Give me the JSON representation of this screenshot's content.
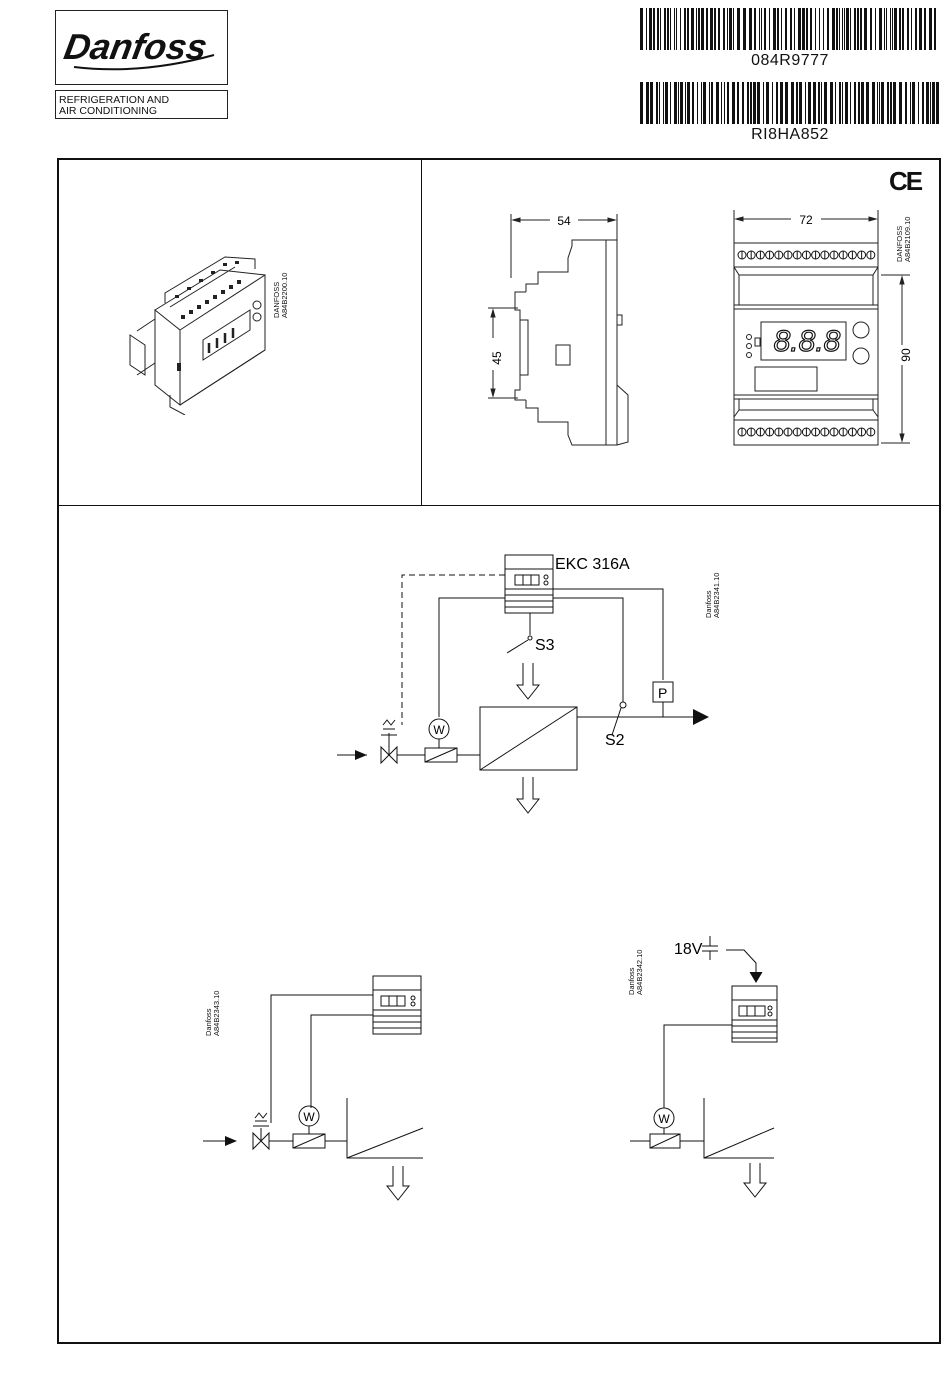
{
  "header": {
    "brand": "Danfoss",
    "tagline": [
      "REFRIGERATION AND",
      "AIR CONDITIONING"
    ],
    "code_1": "084R9777",
    "code_2": "RI8HA852",
    "ce_mark": "CE"
  },
  "perspective_view": {
    "ref": [
      "DANFOSS",
      "A84B2200.10"
    ]
  },
  "dimensions": {
    "side_width": "54",
    "side_height": "45",
    "front_width": "72",
    "front_height": "90",
    "ref": [
      "DANFOSS",
      "A84B2109.10"
    ],
    "display_digits": "8.8.8"
  },
  "main_diagram": {
    "controller": "EKC 316A",
    "switch": "S3",
    "sensor": "S2",
    "pressure": "P",
    "ref": [
      "Danfoss",
      "A84B2341.10"
    ]
  },
  "lower_left": {
    "ref": [
      "Danfoss",
      "A84B2343.10"
    ]
  },
  "lower_right": {
    "supply": "18V",
    "ref": [
      "Danfoss",
      "A84B2342.10"
    ]
  },
  "icons": [
    "danfoss-logo",
    "ce-mark-icon",
    "barcode-icon",
    "expansion-valve-icon",
    "solenoid-valve-icon",
    "evaporator-icon",
    "controller-icon"
  ]
}
